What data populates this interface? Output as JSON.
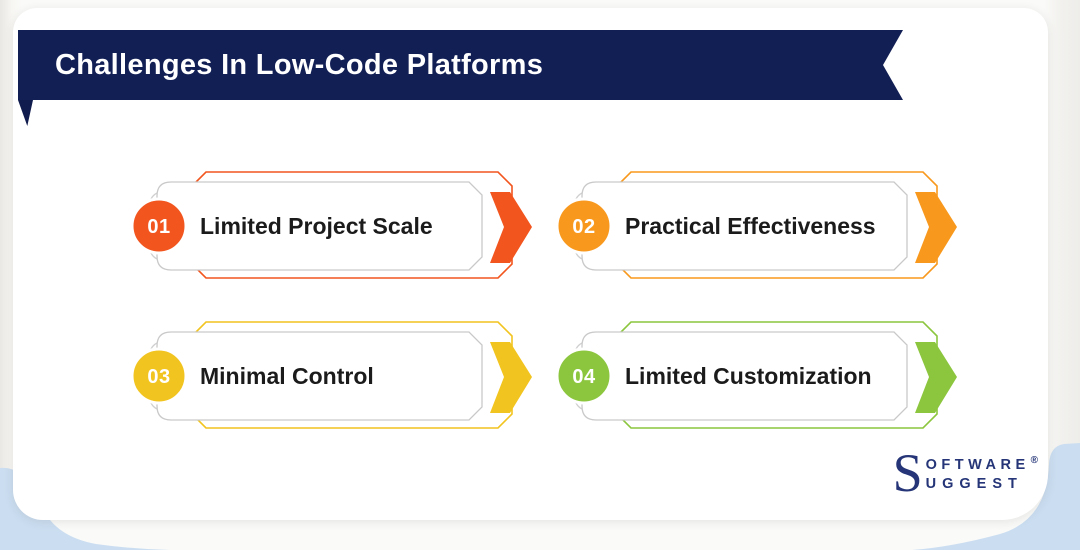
{
  "title": "Challenges In Low-Code Platforms",
  "items": [
    {
      "number": "01",
      "label": "Limited Project Scale",
      "color": "#F2551E"
    },
    {
      "number": "02",
      "label": "Practical Effectiveness",
      "color": "#F8991D"
    },
    {
      "number": "03",
      "label": "Minimal Control",
      "color": "#F2C41F"
    },
    {
      "number": "04",
      "label": "Limited Customization",
      "color": "#8CC63E"
    }
  ],
  "logo": {
    "big_letter": "S",
    "line1": "OFTWARE",
    "line2": "UGGEST",
    "registered": "®"
  },
  "colors": {
    "banner": "#121F55",
    "banner_fold": "#101C4D",
    "card_bg": "#FFFFFF",
    "card_border": "#C9C9C9",
    "bracket_border": "#CFCFCF",
    "text": "#1B1B1B",
    "logo": "#253577",
    "blob": "#CBDEF1"
  }
}
